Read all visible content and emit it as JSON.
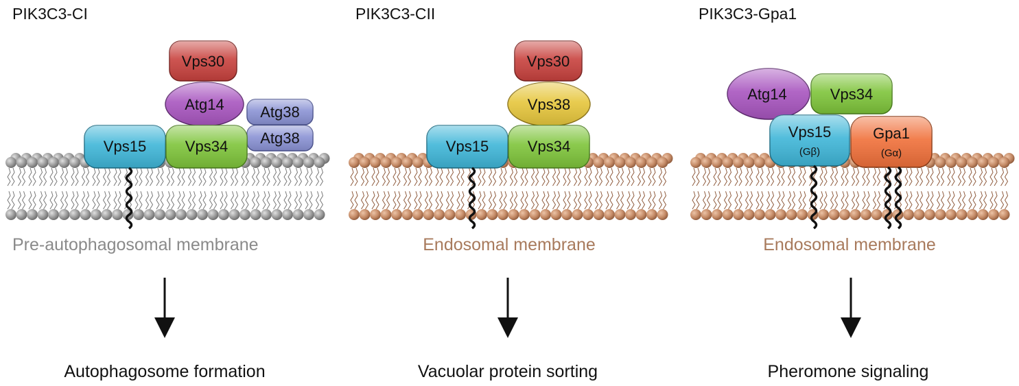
{
  "colors": {
    "vps30": "#c8423e",
    "atg14": "#a855bf",
    "atg38": "#8a92d4",
    "vps15": "#3fb6d8",
    "vps34": "#7ec43a",
    "vps38": "#e6c63c",
    "gpa1": "#f0703a",
    "grey_lipid": "#9a9a9a",
    "brown_lipid": "#c48a66",
    "grey_text": "#8a8a8a",
    "brown_text": "#a87a5c"
  },
  "panels": [
    {
      "title": "PIK3C3-CI",
      "membrane_label": "Pre-autophagosomal membrane",
      "outcome": "Autophagosome formation",
      "proteins": {
        "vps30": "Vps30",
        "atg14": "Atg14",
        "atg38_top": "Atg38",
        "atg38_bottom": "Atg38",
        "vps15": "Vps15",
        "vps34": "Vps34"
      }
    },
    {
      "title": "PIK3C3-CII",
      "membrane_label": "Endosomal membrane",
      "outcome": "Vacuolar protein sorting",
      "proteins": {
        "vps30": "Vps30",
        "vps38": "Vps38",
        "vps15": "Vps15",
        "vps34": "Vps34"
      }
    },
    {
      "title": "PIK3C3-Gpa1",
      "membrane_label": "Endosomal membrane",
      "outcome": "Pheromone signaling",
      "proteins": {
        "atg14": "Atg14",
        "vps34": "Vps34",
        "vps15": "Vps15",
        "vps15_sub": "(Gβ)",
        "gpa1": "Gpa1",
        "gpa1_sub": "(Gα)"
      }
    }
  ]
}
